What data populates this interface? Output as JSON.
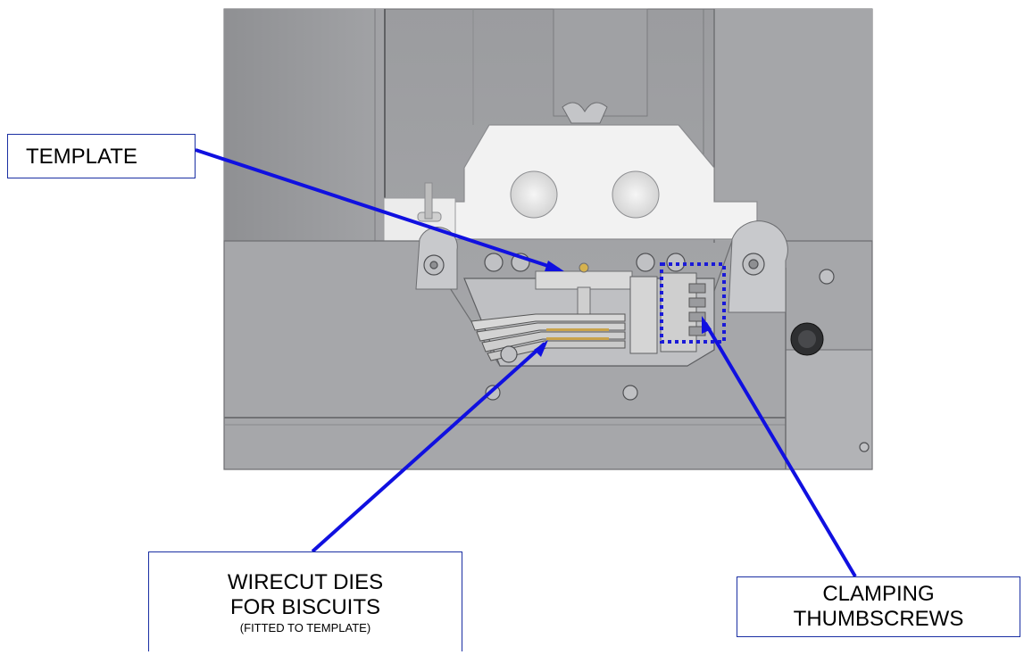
{
  "callouts": {
    "template": "TEMPLATE",
    "wirecut_line1": "WIRECUT DIES",
    "wirecut_line2": "FOR BISCUITS",
    "wirecut_note": "(FITTED TO TEMPLATE)",
    "clamping_line1": "CLAMPING",
    "clamping_line2": "THUMBSCREWS"
  },
  "colors": {
    "leader_line": "#1010e0",
    "box_border": "#1a2fa3",
    "machine_body": "#a7a8ab",
    "machine_dark": "#6c6d70",
    "template_block": "#f4f4f4"
  },
  "icons": [
    "wing-nut-icon",
    "screw-head-icon",
    "cable-gland-icon"
  ]
}
